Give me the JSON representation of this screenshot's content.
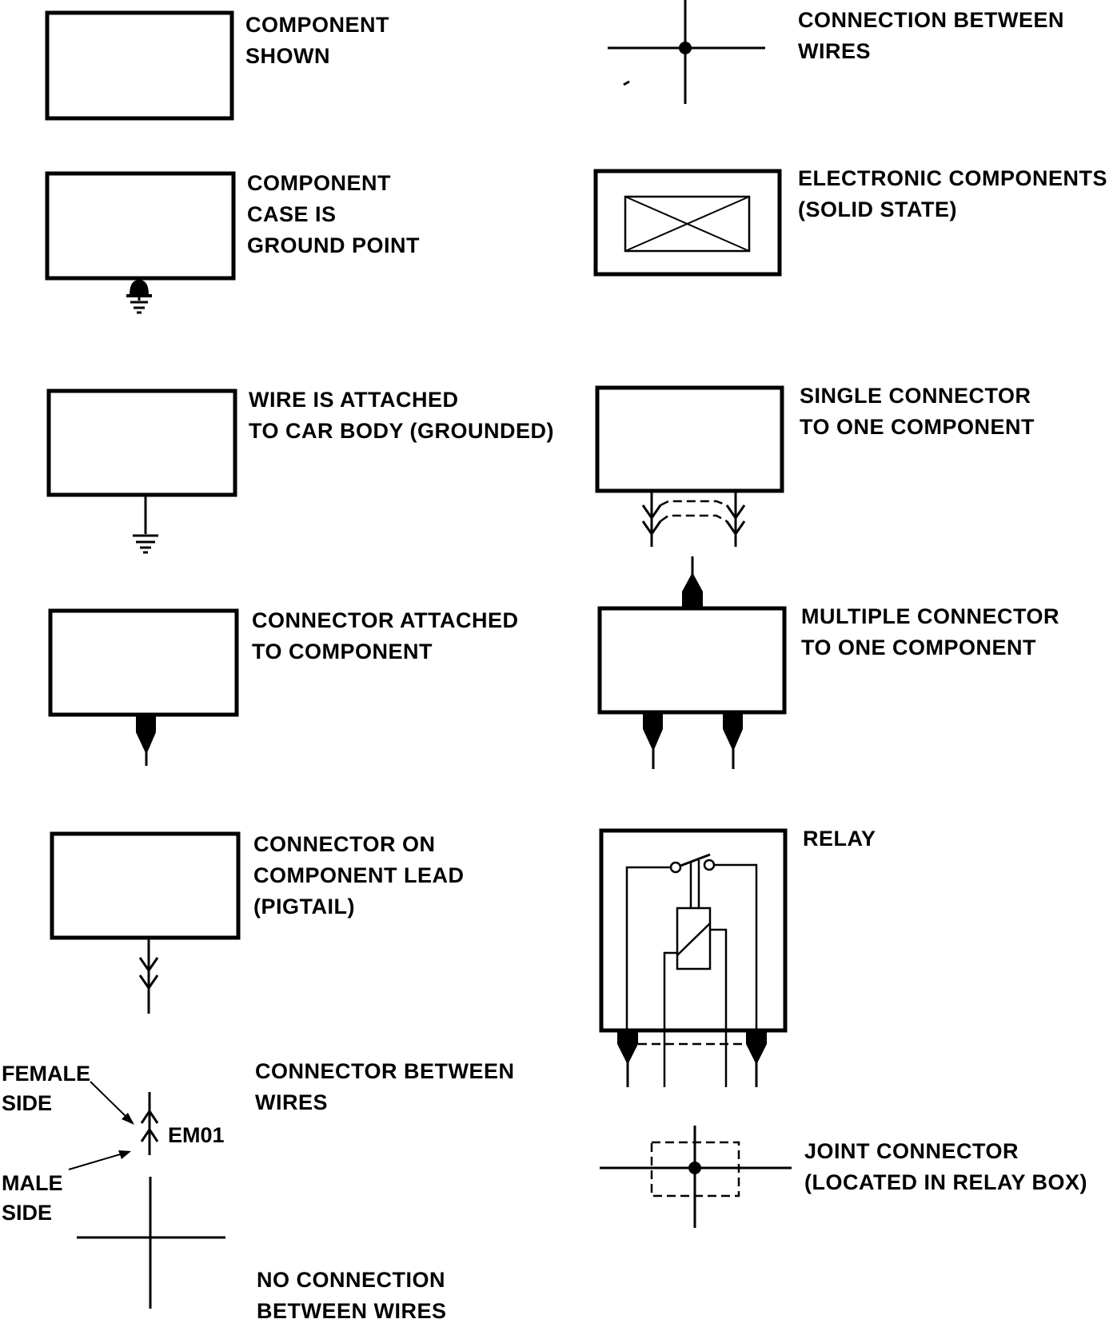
{
  "legend": {
    "component_shown": [
      "COMPONENT",
      "SHOWN"
    ],
    "case_ground": [
      "COMPONENT",
      "CASE IS",
      "GROUND POINT"
    ],
    "wire_ground": [
      "WIRE IS ATTACHED",
      "TO CAR BODY (GROUNDED)"
    ],
    "connector_attached": [
      "CONNECTOR ATTACHED",
      "TO COMPONENT"
    ],
    "pigtail": [
      "CONNECTOR ON",
      "COMPONENT LEAD",
      "(PIGTAIL)"
    ],
    "connector_between": [
      "CONNECTOR BETWEEN",
      "WIRES"
    ],
    "female_side": [
      "FEMALE",
      "SIDE"
    ],
    "male_side": [
      "MALE",
      "SIDE"
    ],
    "connector_code": "EM01",
    "no_connection": [
      "NO CONNECTION",
      "BETWEEN WIRES"
    ],
    "connection_between": [
      "CONNECTION BETWEEN",
      "WIRES"
    ],
    "electronic": [
      "ELECTRONIC COMPONENTS",
      "(SOLID STATE)"
    ],
    "single_connector": [
      "SINGLE CONNECTOR",
      "TO ONE COMPONENT"
    ],
    "multiple_connector": [
      "MULTIPLE CONNECTOR",
      "TO ONE COMPONENT"
    ],
    "relay": [
      "RELAY"
    ],
    "joint_connector": [
      "JOINT CONNECTOR",
      "(LOCATED IN RELAY BOX)"
    ]
  }
}
